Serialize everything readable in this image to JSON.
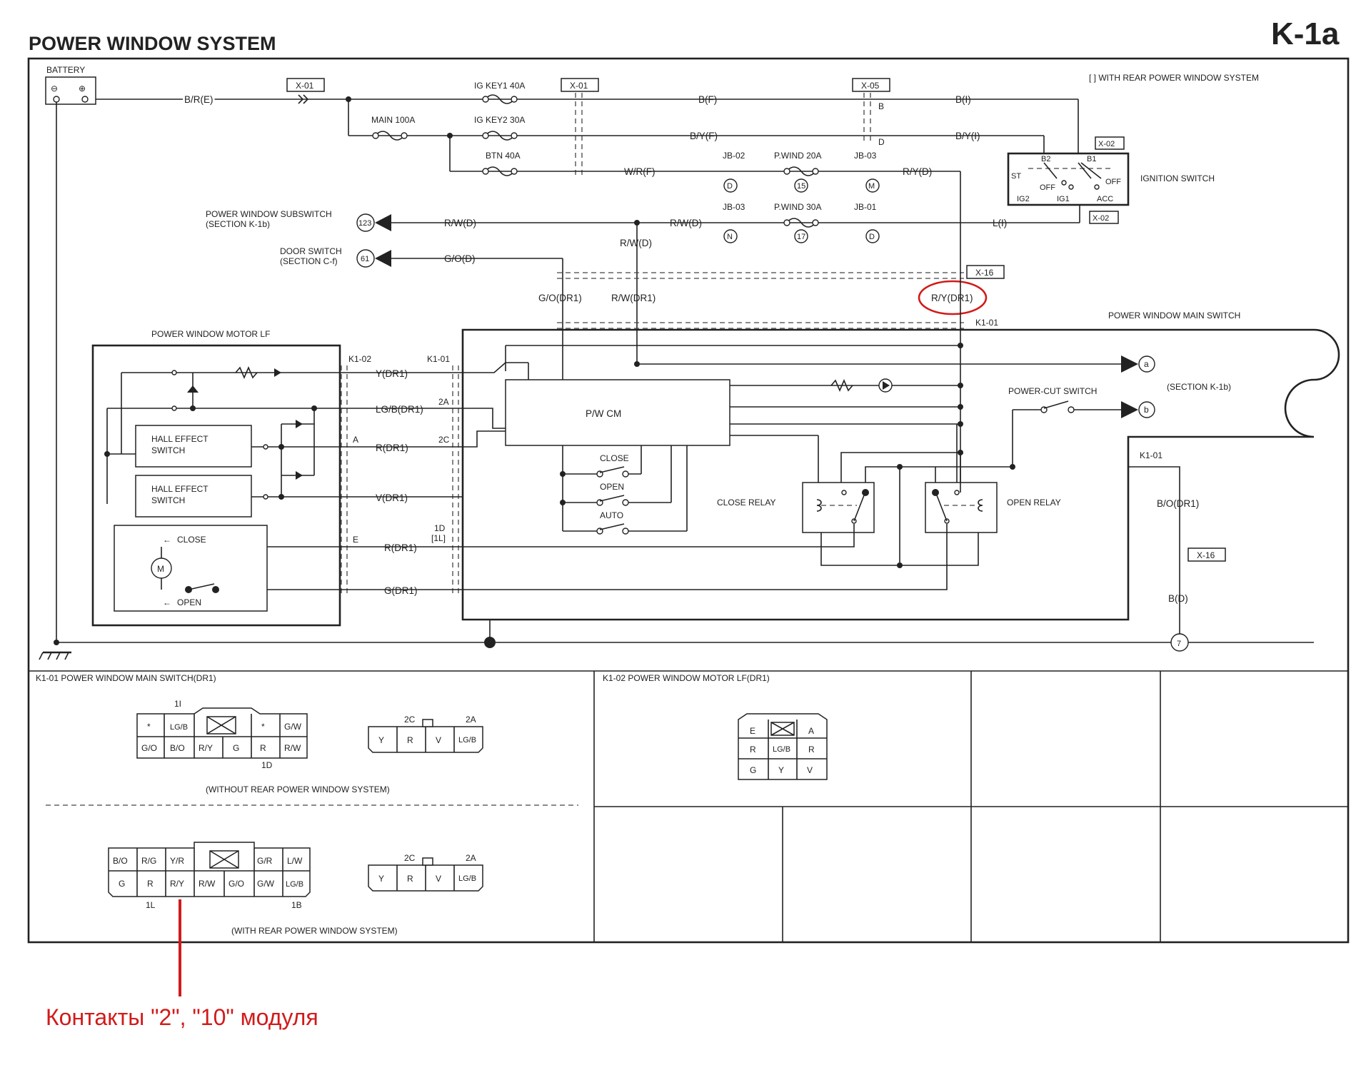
{
  "title": "POWER WINDOW SYSTEM",
  "page_code": "K-1a",
  "note": "[ ] WITH REAR POWER WINDOW SYSTEM",
  "components": {
    "battery": "BATTERY",
    "ignition_switch": "IGNITION SWITCH",
    "motor_lf": "POWER WINDOW MOTOR LF",
    "main_switch": "POWER WINDOW MAIN SWITCH",
    "pwcm": "P/W CM",
    "hall1": "HALL EFFECT\nSWITCH",
    "hall2": "HALL EFFECT\nSWITCH",
    "close_relay": "CLOSE RELAY",
    "open_relay": "OPEN RELAY",
    "power_cut": "POWER-CUT SWITCH",
    "sw_close": "CLOSE",
    "sw_open": "OPEN",
    "sw_auto": "AUTO",
    "motor_close": "CLOSE",
    "motor_open": "OPEN",
    "motor_m": "M",
    "subswitch": "POWER WINDOW SUBSWITCH",
    "subswitch_sec": "(SECTION K-1b)",
    "door_switch": "DOOR SWITCH",
    "door_switch_sec": "(SECTION C-f)",
    "section_k1b": "(SECTION K-1b)"
  },
  "fuses": {
    "main100": "MAIN 100A",
    "igkey1": "IG KEY1 40A",
    "igkey2": "IG KEY2 30A",
    "btn": "BTN 40A",
    "pwind20": "P.WIND 20A",
    "pwind30": "P.WIND 30A"
  },
  "connectors": {
    "x01": "X-01",
    "x05": "X-05",
    "x02": "X-02",
    "x16": "X-16",
    "jb02": "JB-02",
    "jb03": "JB-03",
    "jb01": "JB-01",
    "k101": "K1-01",
    "k102": "K1-02"
  },
  "wires": {
    "bre": "B/R(E)",
    "bf": "B(F)",
    "bi": "B(I)",
    "byf": "B/Y(F)",
    "byi": "B/Y(I)",
    "wrf": "W/R(F)",
    "ryd": "R/Y(D)",
    "rwd1": "R/W(D)",
    "rwd2": "R/W(D)",
    "rwd3": "R/W(D)",
    "li": "L(I)",
    "god": "G/O(D)",
    "godr1": "G/O(DR1)",
    "rwdr1": "R/W(DR1)",
    "rydr1": "R/Y(DR1)",
    "ydr1": "Y(DR1)",
    "lgbdr1": "LG/B(DR1)",
    "rdr1a": "R(DR1)",
    "vdr1": "V(DR1)",
    "rdr1b": "R(DR1)",
    "gdr1": "G(DR1)",
    "bodr1": "B/O(DR1)",
    "bd": "B(D)"
  },
  "terminals": {
    "b": "B",
    "d": "D",
    "a": "A",
    "e": "E",
    "t2a": "2A",
    "t2c": "2C",
    "t1d": "1D",
    "t1l": "[1L]",
    "b2": "B2",
    "b1": "B1",
    "st": "ST",
    "off1": "OFF",
    "off2": "OFF",
    "ig2": "IG2",
    "ig1": "IG1",
    "acc": "ACC"
  },
  "circles": {
    "c123": "123",
    "c61": "61",
    "cd1": "D",
    "c15": "15",
    "cm": "M",
    "cn": "N",
    "c17": "17",
    "cd2": "D",
    "ca": "a",
    "cb": "b",
    "c7": "7"
  },
  "views": {
    "k101_title": "K1-01 POWER WINDOW MAIN SWITCH(DR1)",
    "k102_title": "K1-02 POWER WINDOW MOTOR LF(DR1)",
    "without_rear": "(WITHOUT REAR POWER WINDOW SYSTEM)",
    "with_rear": "(WITH REAR POWER WINDOW SYSTEM)",
    "c1_top": "1I",
    "c1_bottom": "1D",
    "c1_row1": [
      "*",
      "LG/B",
      "",
      "*",
      "G/W"
    ],
    "c1_row2": [
      "G/O",
      "B/O",
      "R/Y",
      "G",
      "R",
      "R/W"
    ],
    "c2_top_left": "2C",
    "c2_top_right": "2A",
    "c2_row": [
      "Y",
      "R",
      "V",
      "LG/B"
    ],
    "c3_row1": [
      "E",
      "",
      "A"
    ],
    "c3_row2": [
      "R",
      "LG/B",
      "R"
    ],
    "c3_row3": [
      "G",
      "Y",
      "V"
    ],
    "c4_row1": [
      "B/O",
      "R/G",
      "Y/R",
      "",
      "G/R",
      "L/W"
    ],
    "c4_row2": [
      "G",
      "R",
      "R/Y",
      "R/W",
      "G/O",
      "G/W",
      "LG/B"
    ],
    "c4_bottom_left": "1L",
    "c4_bottom_right": "1B",
    "c5_top_left": "2C",
    "c5_top_right": "2A",
    "c5_row": [
      "Y",
      "R",
      "V",
      "LG/B"
    ]
  },
  "annotation": "Контакты \"2\", \"10\" модуля",
  "colors": {
    "annotation": "#d21a1a",
    "line": "#222222"
  }
}
